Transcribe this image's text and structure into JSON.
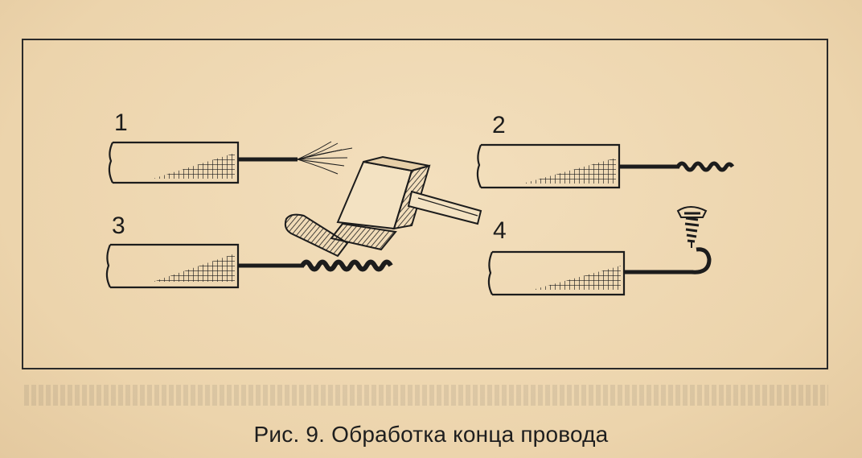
{
  "figure": {
    "labels": [
      "1",
      "2",
      "3",
      "4"
    ],
    "caption": "Рис. 9. Обработка конца провода"
  },
  "colors": {
    "ink": "#1c1c1c",
    "paper": "#efd9b4"
  }
}
